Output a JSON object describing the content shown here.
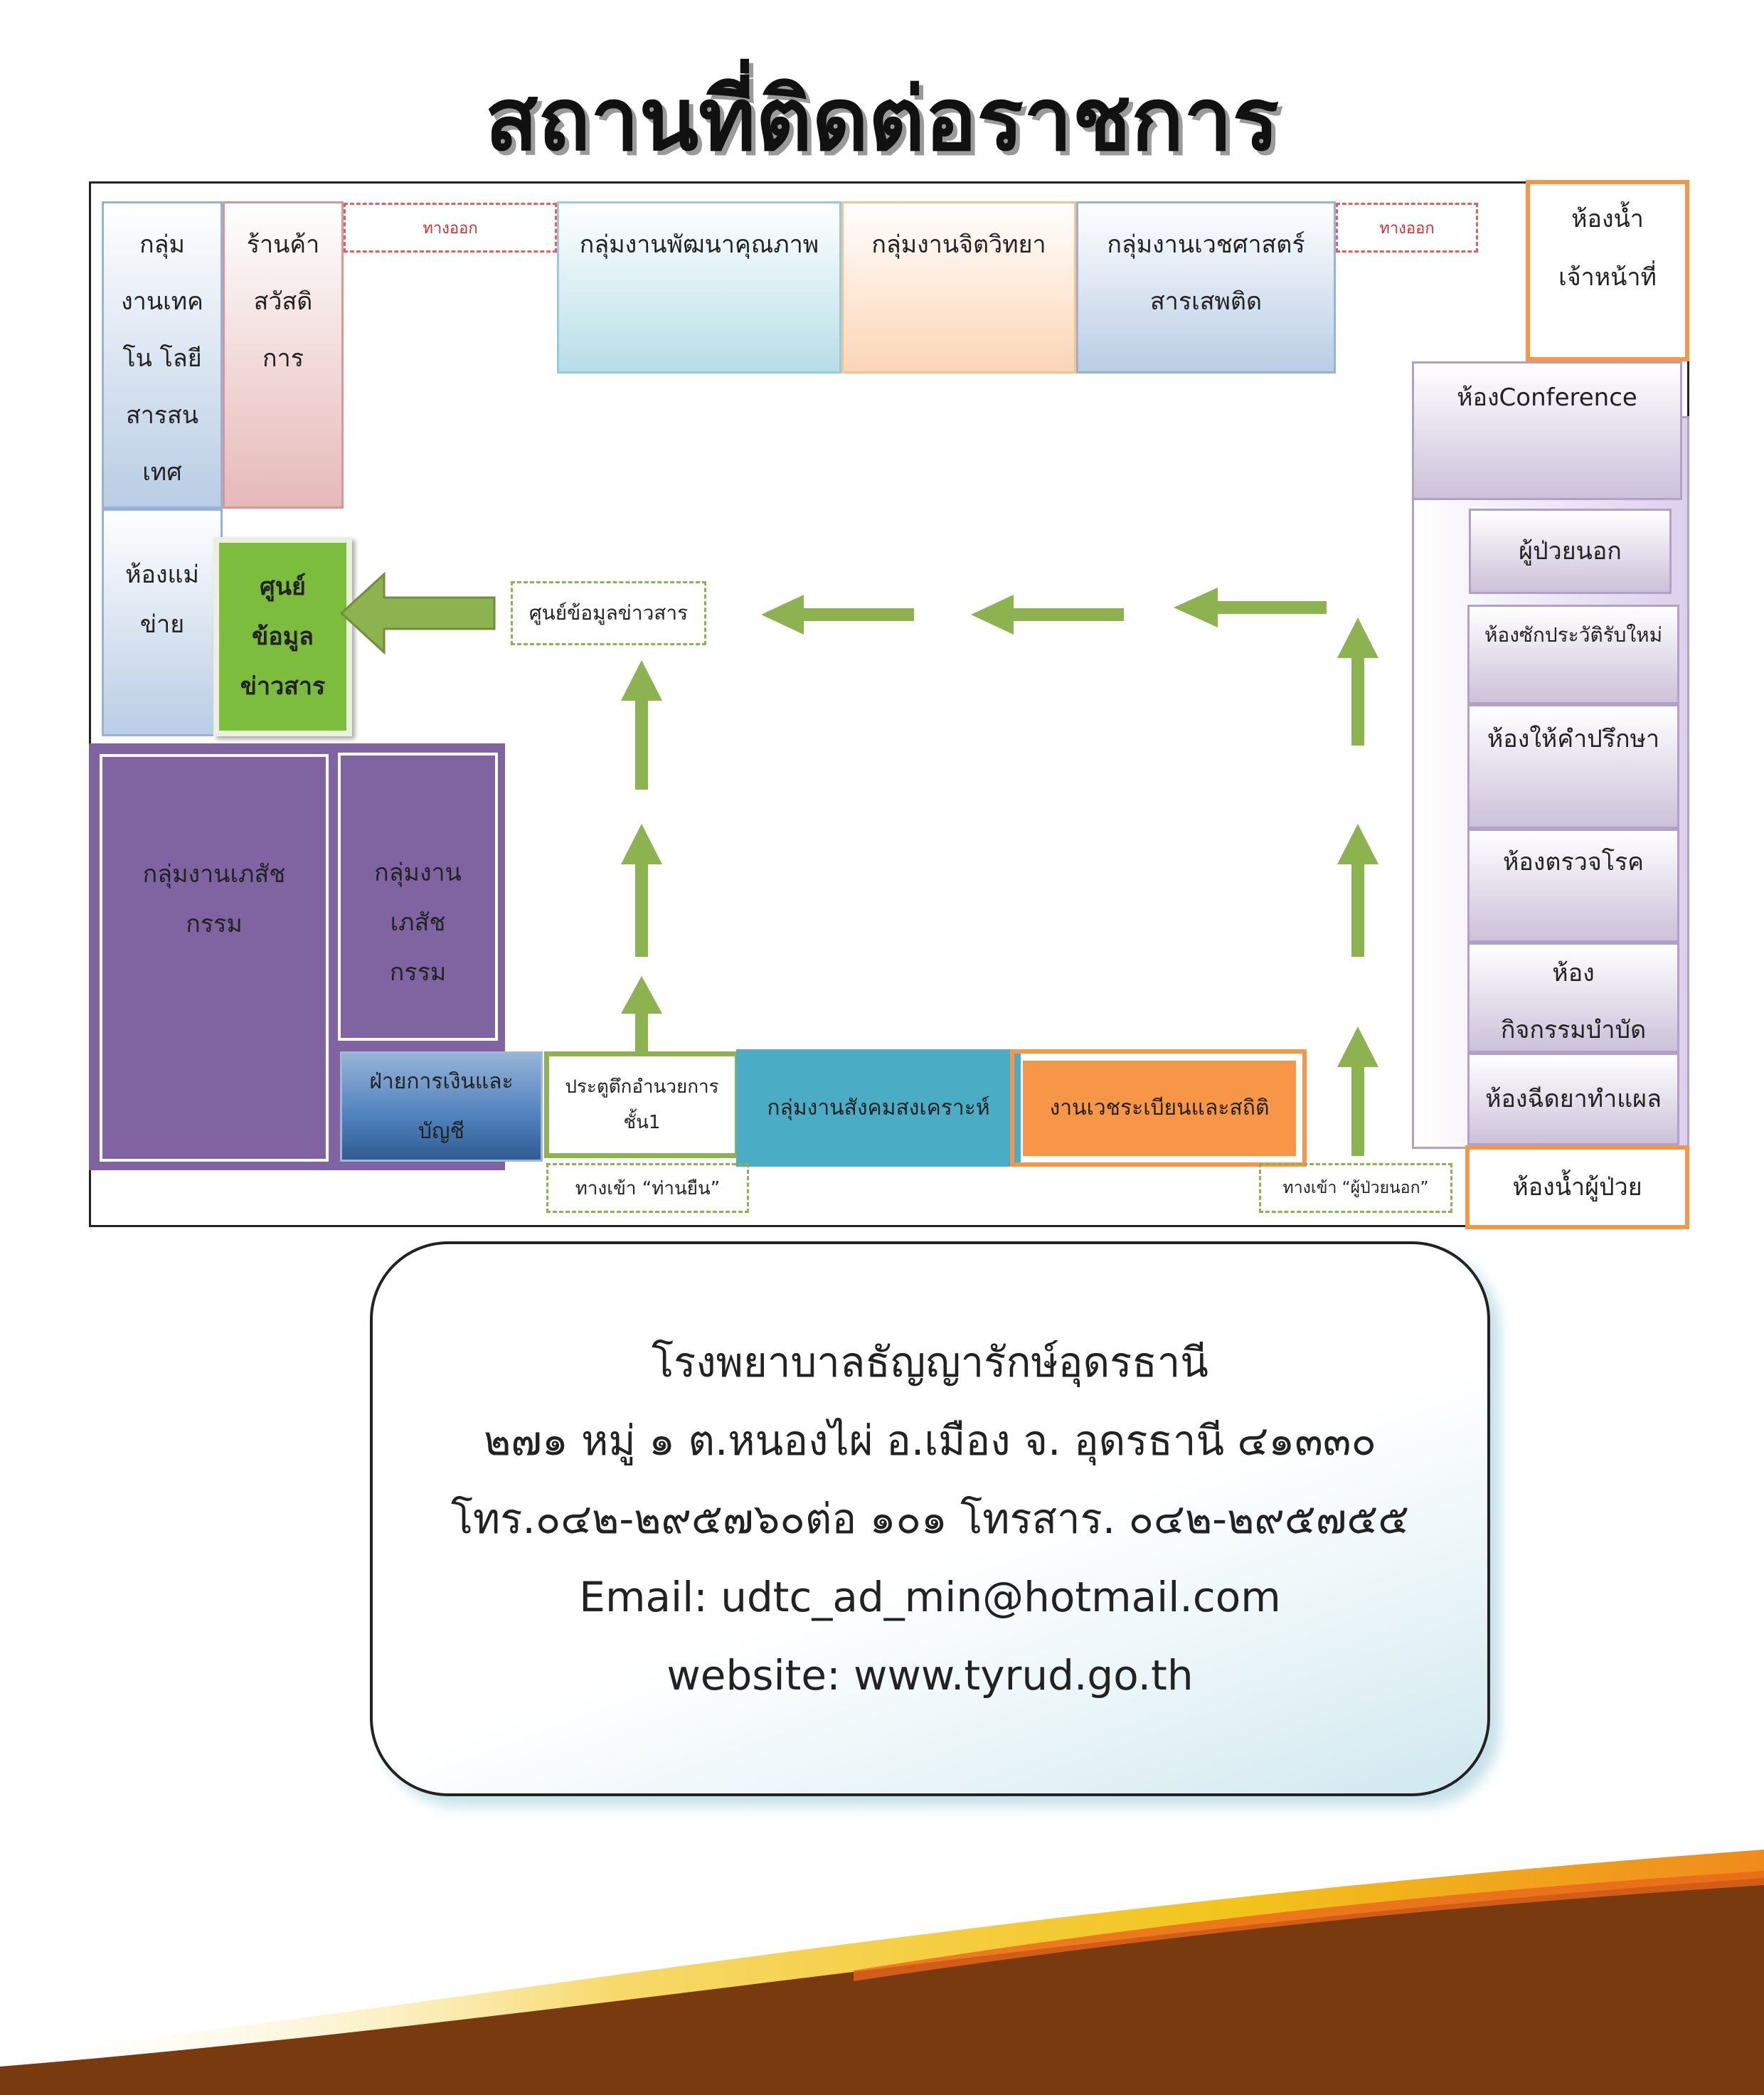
{
  "title": "สถานที่ติดต่อราชการ",
  "map": {
    "it_group": [
      "กลุ่ม",
      "งานเทค",
      "โน โลยี",
      "สารสน",
      "เทศ"
    ],
    "welfare_shop": [
      "ร้านค้า",
      "สวัสดิ",
      "การ"
    ],
    "exit_left": "ทางออก",
    "quality_dev": "กลุ่มงานพัฒนาคุณภาพ",
    "psychology": "กลุ่มงานจิตวิทยา",
    "addiction_medicine": [
      "กลุ่มงานเวชศาสตร์",
      "สารเสพติด"
    ],
    "exit_right": "ทางออก",
    "staff_restroom": [
      "ห้องน้ำ",
      "เจ้าหน้าที่"
    ],
    "conference": "ห้องConference",
    "outpatient": "ผู้ป่วยนอก",
    "history_room": "ห้องซักประวัติรับใหม่",
    "counseling": "ห้องให้คำปรึกษา",
    "exam_room": "ห้องตรวจโรค",
    "therapy_room": [
      "ห้อง",
      "กิจกรรมบำบัด"
    ],
    "injection_room": "ห้องฉีดยาทำแผล",
    "patient_restroom": "ห้องน้ำผู้ป่วย",
    "mothers_room": [
      "ห้องแม่",
      "ข่าย"
    ],
    "info_center_box": [
      "ศูนย์",
      "ข้อมูล",
      "ข่าวสาร"
    ],
    "info_center_tag": "ศูนย์ข้อมูลข่าวสาร",
    "pharmacy_big": [
      "กลุ่มงานเภสัช",
      "กรรม"
    ],
    "pharmacy_small": [
      "กลุ่มงาน",
      "เภสัช",
      "กรรม"
    ],
    "finance": [
      "ฝ่ายการเงินและ",
      "บัญชี"
    ],
    "main_gate": [
      "ประตูตึกอำนวยการ",
      "ชั้น1"
    ],
    "social_work": "กลุ่มงานสังคมสงเคราะห์",
    "records_stats": "งานเวชระเบียนและสถิติ",
    "entrance_thanyuen": "ทางเข้า “ท่านยืน”",
    "entrance_outpatient": "ทางเข้า “ผู้ป่วยนอก”"
  },
  "contact": {
    "hospital": "โรงพยาบาลธัญญารักษ์อุดรธานี",
    "address": "๒๗๑ หมู่ ๑  ต.หนองไผ่ อ.เมือง จ. อุดรธานี ๔๑๓๓๐",
    "phone": "โทร.๐๔๒-๒๙๕๗๖๐ต่อ ๑๐๑ โทรสาร. ๐๔๒-๒๙๕๗๕๕",
    "email": "Email: udtc_ad_min@hotmail.com",
    "website": "website: www.tyrud.go.th"
  },
  "colors": {
    "arrow_green": "#8db350",
    "purple": "#8064a2",
    "orange": "#f79646",
    "teal": "#4bacc6",
    "brown": "#7a3a10",
    "gold": "#f2c41c"
  }
}
